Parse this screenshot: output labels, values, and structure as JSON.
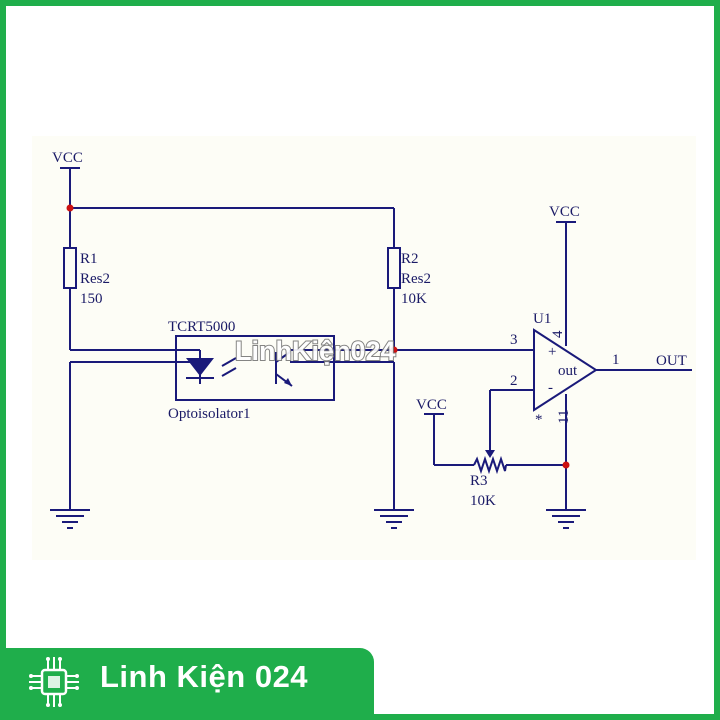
{
  "diagram": {
    "title": "TCRT5000 optical sensor comparator circuit",
    "labels": {
      "vcc_left": "VCC",
      "vcc_opamp": "VCC",
      "vcc_pot": "VCC",
      "r1_name": "R1",
      "r1_type": "Res2",
      "r1_value": "150",
      "r2_name": "R2",
      "r2_type": "Res2",
      "r2_value": "10K",
      "sensor_name": "TCRT5000",
      "sensor_type": "Optoisolator1",
      "u1_name": "U1",
      "pin4": "4",
      "pin3": "3",
      "pin2": "2",
      "pin1": "1",
      "pin11": "11",
      "plus": "+",
      "minus": "-",
      "out_pin": "out",
      "star": "*",
      "out_net": "OUT",
      "r3_name": "R3",
      "r3_value": "10K"
    },
    "colors": {
      "wire": "#1a1a7a",
      "junction": "#cc1111",
      "sheet": "#fdfdf6",
      "frame": "#1fae4b"
    }
  },
  "watermark": "LinhKiện024",
  "brand": {
    "name": "Linh Kiện 024",
    "logo_icon": "circuit-chip-icon"
  }
}
